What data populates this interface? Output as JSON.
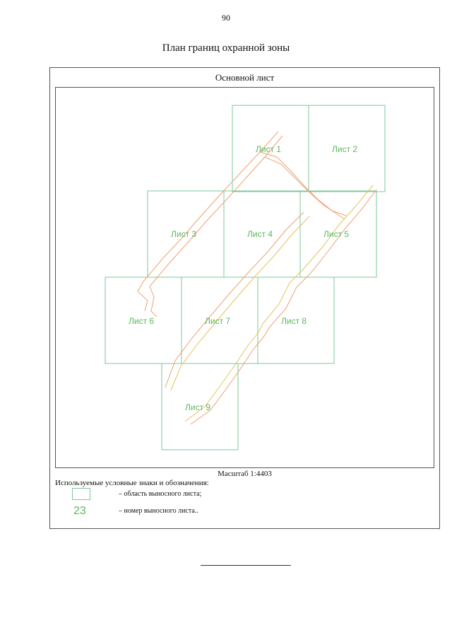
{
  "page_number": "90",
  "title": "План границ охранной зоны",
  "sheet_title": "Основной лист",
  "map": {
    "sheets": [
      {
        "label": "Лист 1"
      },
      {
        "label": "Лист 2"
      },
      {
        "label": "Лист 3"
      },
      {
        "label": "Лист 4"
      },
      {
        "label": "Лист 5"
      },
      {
        "label": "Лист 6"
      },
      {
        "label": "Лист 7"
      },
      {
        "label": "Лист 8"
      },
      {
        "label": "Лист 9"
      }
    ],
    "colors": {
      "sheet_border": "#7bc89a",
      "sheet_label": "#5cb85c",
      "zone_outline_orange": "#f0a070",
      "zone_outline_yellow": "#e8c060"
    }
  },
  "scale": "Масштаб 1:4403",
  "legend": {
    "title": "Используемые условные знаки и обозначения:",
    "items": [
      {
        "symbol": "box",
        "text": "– область выносного листа;"
      },
      {
        "symbol": "23",
        "text": "– номер выносного листа.."
      }
    ]
  }
}
